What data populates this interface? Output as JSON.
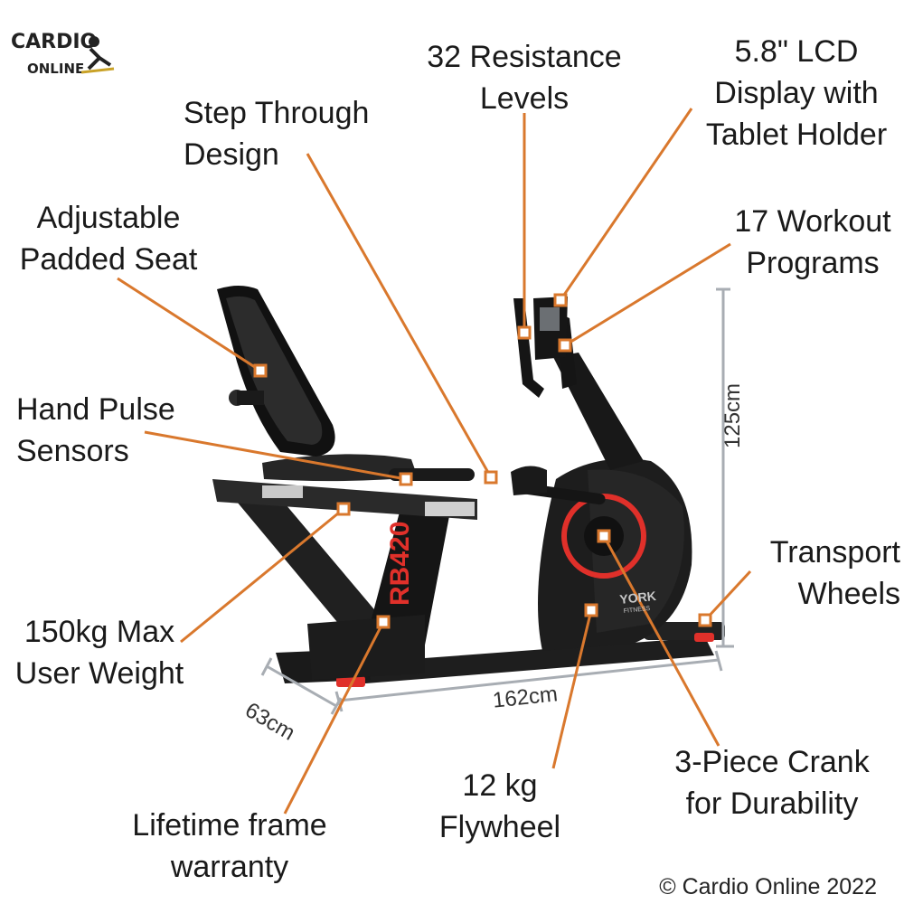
{
  "brand": {
    "logo_line1": "CARDIO",
    "logo_line2": "ONLINE",
    "copyright": "© Cardio Online 2022"
  },
  "product": {
    "model_badge": "RB420",
    "maker_badge": "YORK",
    "maker_sub": "FITNESS"
  },
  "callouts": {
    "resistance": [
      "32 Resistance",
      "Levels"
    ],
    "lcd": [
      "5.8\" LCD",
      "Display with",
      "Tablet Holder"
    ],
    "step_through": [
      "Step Through",
      "Design"
    ],
    "workout": [
      "17 Workout",
      "Programs"
    ],
    "seat": [
      "Adjustable",
      "Padded Seat"
    ],
    "hand_pulse": [
      "Hand Pulse",
      "Sensors"
    ],
    "transport": [
      "Transport",
      "Wheels"
    ],
    "max_weight": [
      "150kg Max",
      "User Weight"
    ],
    "crank": [
      "3-Piece Crank",
      "for Durability"
    ],
    "flywheel": [
      "12 kg",
      "Flywheel"
    ],
    "frame": [
      "Lifetime frame",
      "warranty"
    ]
  },
  "dimensions": {
    "height": "125cm",
    "length": "162cm",
    "width": "63cm"
  },
  "colors": {
    "callout_line": "#d9782d",
    "dimension_line": "#a8adb3",
    "frame": "#1c1c1c",
    "accent_red": "#e0302a"
  }
}
